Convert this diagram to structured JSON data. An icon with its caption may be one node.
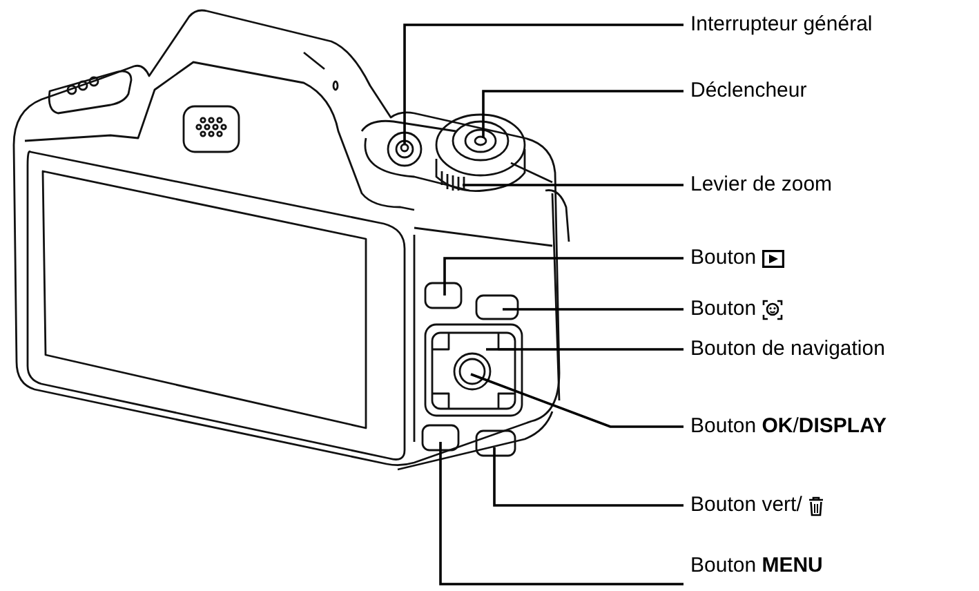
{
  "diagram": {
    "nodes": [
      {
        "text": [
          "Interrupteur général"
        ]
      },
      {
        "text": [
          "Déclencheur"
        ]
      },
      {
        "text": [
          "Levier de zoom"
        ]
      },
      {
        "text": [
          "Bouton"
        ]
      },
      {
        "text": [
          "Bouton"
        ]
      },
      {
        "text": [
          "Bouton de navigation"
        ]
      },
      {
        "text": [
          "Bouton **OK**/**DISPLAY**"
        ]
      },
      {
        "text": [
          "Bouton vert/"
        ]
      },
      {
        "text": [
          "Bouton **MENU**"
        ]
      }
    ],
    "edges": [
      {
        "from": 0,
        "to": null,
        "arrow": "none"
      },
      {
        "from": 1,
        "to": null,
        "arrow": "none"
      },
      {
        "from": 2,
        "to": null,
        "arrow": "none"
      },
      {
        "from": 3,
        "to": null,
        "arrow": "none"
      },
      {
        "from": 4,
        "to": null,
        "arrow": "none"
      },
      {
        "from": 5,
        "to": null,
        "arrow": "none"
      },
      {
        "from": 6,
        "to": null,
        "arrow": "none"
      },
      {
        "from": 7,
        "to": null,
        "arrow": "none"
      },
      {
        "from": 8,
        "to": null,
        "arrow": "none"
      }
    ]
  }
}
